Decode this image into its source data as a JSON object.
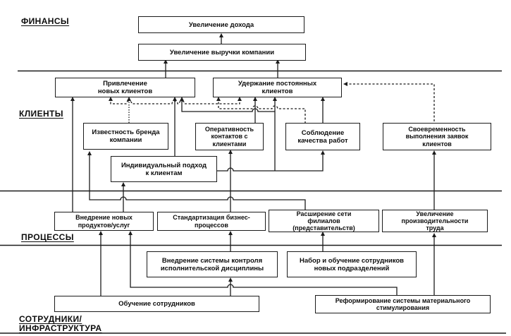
{
  "diagram": {
    "type": "strategy-map",
    "language": "ru"
  },
  "sections": [
    {
      "id": "finance",
      "label": "ФИНАНСЫ"
    },
    {
      "id": "clients",
      "label": "КЛИЕНТЫ"
    },
    {
      "id": "processes",
      "label": "ПРОЦЕССЫ"
    },
    {
      "id": "staff",
      "label": "СОТРУДНИКИ/\nИНФРАСТРУКТУРА"
    }
  ],
  "nodes": [
    {
      "id": "increase-income",
      "section": "finance",
      "label": "Увеличение дохода"
    },
    {
      "id": "increase-revenue",
      "section": "finance",
      "label": "Увеличение выручки компании"
    },
    {
      "id": "attract-new-clients",
      "section": "clients",
      "label": "Привлечение\nновых клиентов"
    },
    {
      "id": "retain-regular-clients",
      "section": "clients",
      "label": "Удержание постоянных\nклиентов"
    },
    {
      "id": "brand-awareness",
      "section": "clients",
      "label": "Известность бренда\nкомпании"
    },
    {
      "id": "prompt-client-contacts",
      "section": "clients",
      "label": "Оперативность\nконтактов с\nклиентами"
    },
    {
      "id": "work-quality",
      "section": "clients",
      "label": "Соблюдение\nкачества работ"
    },
    {
      "id": "timely-request-fulfillment",
      "section": "clients",
      "label": "Своевременность\nвыполнения заявок\nклиентов"
    },
    {
      "id": "individual-approach",
      "section": "clients",
      "label": "Индивидуальный подход\nк клиентам"
    },
    {
      "id": "new-products-services",
      "section": "processes",
      "label": "Внедрение новых\nпродуктов/услуг"
    },
    {
      "id": "process-standardization",
      "section": "processes",
      "label": "Стандартизация бизнес-\nпроцессов"
    },
    {
      "id": "branch-network-expansion",
      "section": "processes",
      "label": "Расширение сети\nфилиалов\n(представительств)"
    },
    {
      "id": "labor-productivity",
      "section": "processes",
      "label": "Увеличение\nпроизводительности\nтруда"
    },
    {
      "id": "discipline-control-system",
      "section": "staff",
      "label": "Внедрение системы контроля\nисполнительской дисциплины"
    },
    {
      "id": "new-division-staffing",
      "section": "staff",
      "label": "Набор и обучение сотрудников\nновых подразделений"
    },
    {
      "id": "staff-training",
      "section": "staff",
      "label": "Обучение сотрудников"
    },
    {
      "id": "incentive-system-reform",
      "section": "staff",
      "label": "Реформирование системы материального\nстимулирования"
    }
  ],
  "colors": {
    "line": "#1b1b1b",
    "box_border": "#1b1b1b",
    "background": "#ffffff",
    "text": "#0d0d0d"
  }
}
